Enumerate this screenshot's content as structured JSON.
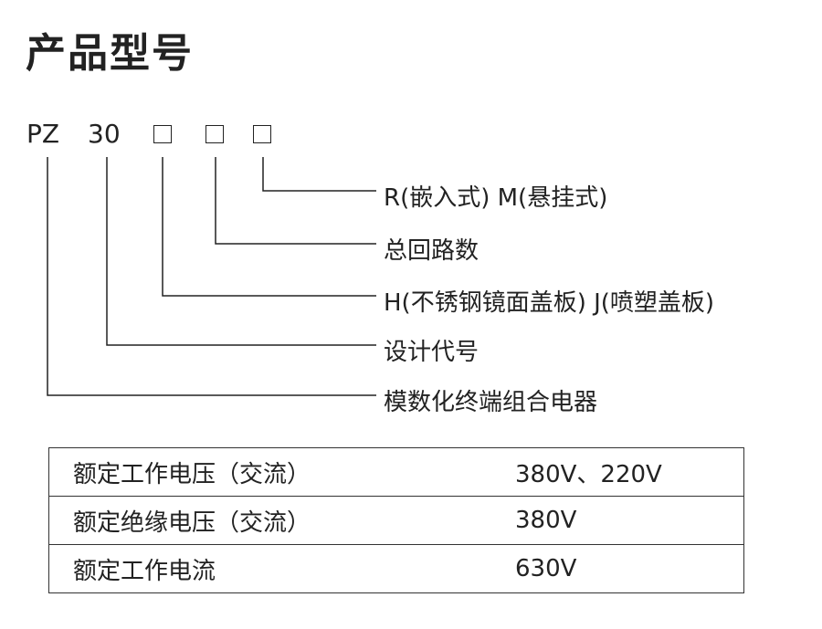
{
  "title": "产品型号",
  "model": {
    "prefix": "PZ",
    "series": "30",
    "placeholders": [
      "□",
      "□",
      "□"
    ]
  },
  "legend": [
    "R(嵌入式) M(悬挂式)",
    "总回路数",
    "H(不锈钢镜面盖板) J(喷塑盖板)",
    "设计代号",
    "模数化终端组合电器"
  ],
  "specs": [
    {
      "name": "额定工作电压（交流）",
      "value": "380V、220V"
    },
    {
      "name": "额定绝缘电压（交流）",
      "value": "380V"
    },
    {
      "name": "额定工作电流",
      "value": "630V"
    }
  ]
}
